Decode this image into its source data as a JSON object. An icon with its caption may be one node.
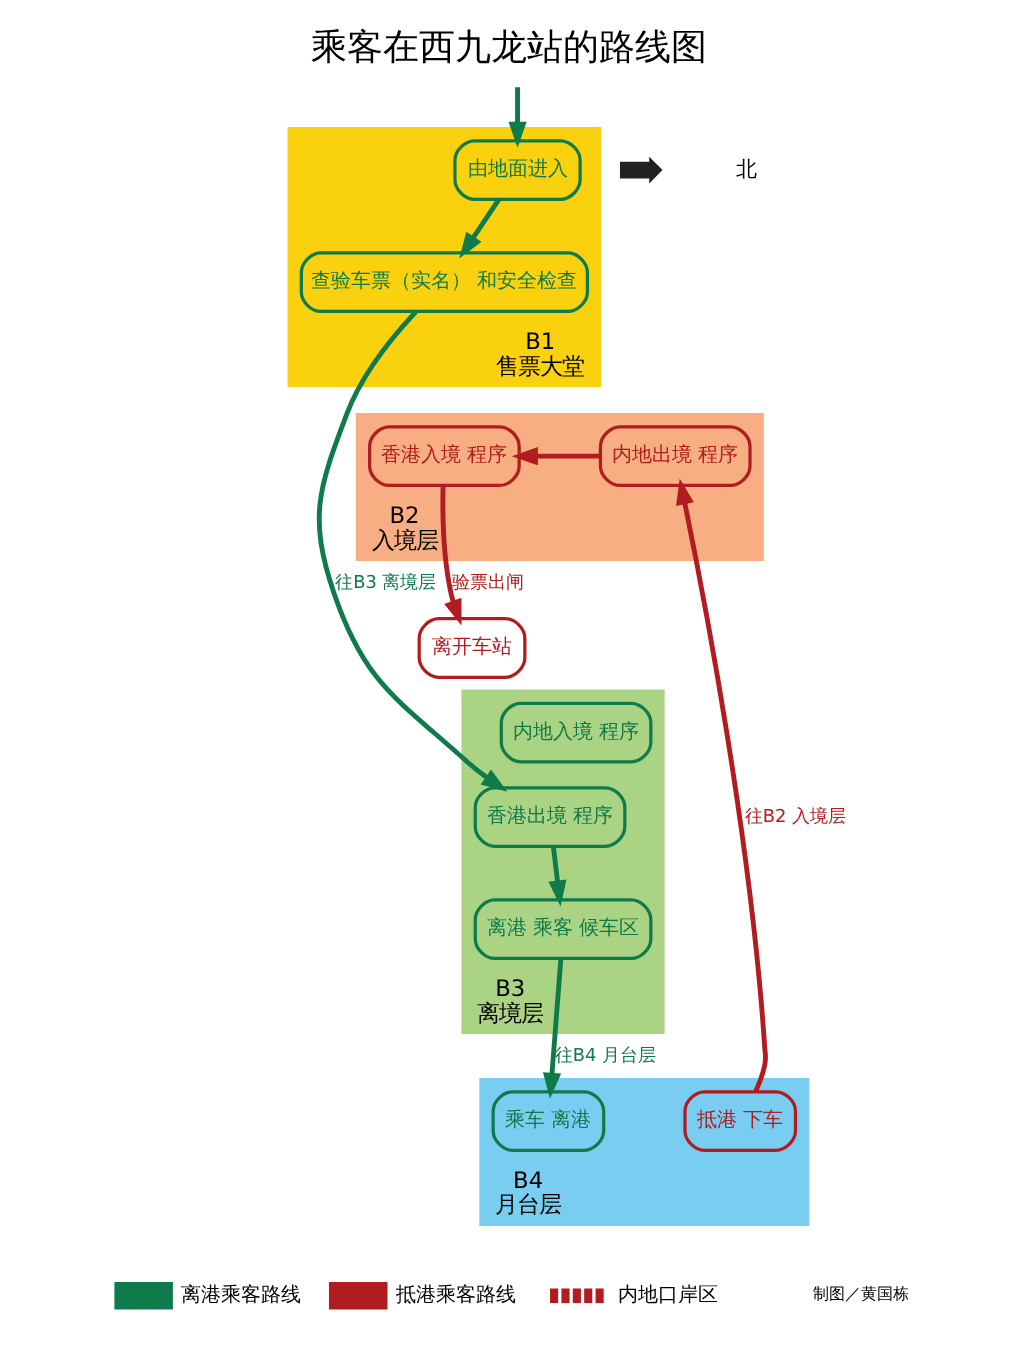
{
  "diagram": {
    "title": "乘客在西九龙站的路线图",
    "nodes": [
      {
        "text": [
          "B1",
          "售票大堂"
        ]
      },
      {
        "text": [
          "由地面进入"
        ],
        "in": 0
      },
      {
        "text": [
          "查验车票（实名） 和安全检查"
        ],
        "in": 0
      },
      {
        "text": [
          "B2",
          "入境层"
        ]
      },
      {
        "text": [
          "内地出境 程序"
        ],
        "in": 3
      },
      {
        "text": [
          "香港入境 程序"
        ],
        "in": 3
      },
      {
        "text": [
          "离开车站"
        ]
      },
      {
        "text": [
          "B3",
          "离境层"
        ]
      },
      {
        "text": [
          "离港 乘客 候车区"
        ],
        "in": 7
      },
      {
        "text": [
          "内地入境 程序"
        ],
        "in": 7
      },
      {
        "text": [
          "香港出境 程序"
        ],
        "in": 7
      },
      {
        "text": [
          "B4",
          "月台层"
        ]
      },
      {
        "text": [
          "抵港 下车"
        ],
        "in": 11
      },
      {
        "text": [
          "乘车 离港"
        ],
        "in": 11
      }
    ],
    "edges": [
      {
        "from": null,
        "to": 1,
        "arrow": "to"
      },
      {
        "from": 1,
        "to": 2,
        "arrow": "to"
      },
      {
        "from": 2,
        "to": 10,
        "arrow": "to",
        "label": "往B3 离境层"
      },
      {
        "from": 10,
        "to": 8,
        "arrow": "to"
      },
      {
        "from": 8,
        "to": 13,
        "arrow": "to",
        "label": "往B4 月台层"
      },
      {
        "from": 12,
        "to": 4,
        "arrow": "to",
        "label": "往B2 入境层",
        "color": "#b01c1f"
      },
      {
        "from": 4,
        "to": 5,
        "arrow": "to",
        "color": "#b01c1f"
      },
      {
        "from": 5,
        "to": 6,
        "arrow": "to",
        "label": "验票出闸",
        "color": "#b01c1f"
      }
    ],
    "labels": [
      "北",
      "制图／黄国栋"
    ],
    "legend": [
      {
        "text": "离港乘客路线"
      },
      {
        "text": "抵港乘客路线"
      },
      {
        "text": "内地口岸区"
      }
    ]
  }
}
